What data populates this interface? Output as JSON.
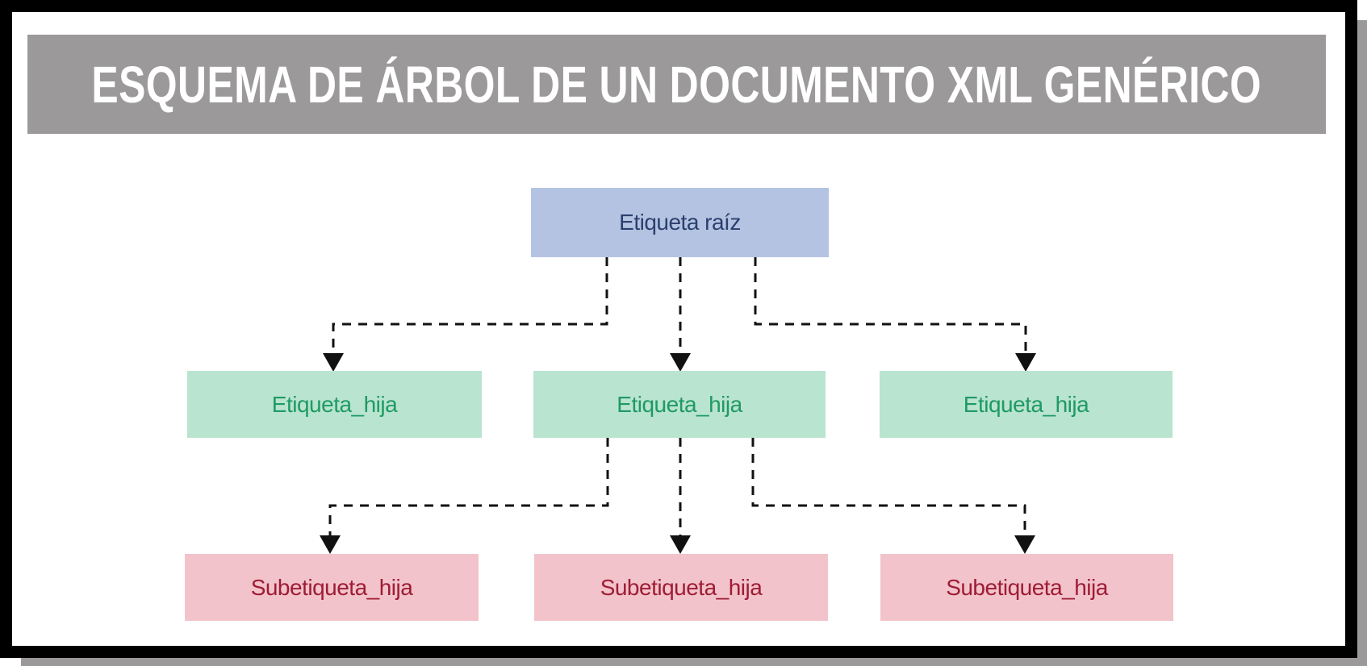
{
  "header": {
    "title": "ESQUEMA DE ÁRBOL DE UN DOCUMENTO XML GENÉRICO"
  },
  "tree": {
    "root": {
      "label": "Etiqueta raíz"
    },
    "children": [
      {
        "label": "Etiqueta_hija"
      },
      {
        "label": "Etiqueta_hija"
      },
      {
        "label": "Etiqueta_hija"
      }
    ],
    "grandchildren": [
      {
        "label": "Subetiqueta_hija"
      },
      {
        "label": "Subetiqueta_hija"
      },
      {
        "label": "Subetiqueta_hija"
      }
    ]
  },
  "colors": {
    "frame_black": "#000000",
    "banner_gray": "#9c999b",
    "shadow_gray": "#9c999b",
    "title_text": "#ffffff",
    "root_fill": "#b5c3e3",
    "root_text": "#2a406e",
    "child_fill": "#b9e4cf",
    "child_text": "#1f9a64",
    "subchild_fill": "#f2c3ca",
    "subchild_text": "#9e1c35",
    "connector": "#111111"
  }
}
